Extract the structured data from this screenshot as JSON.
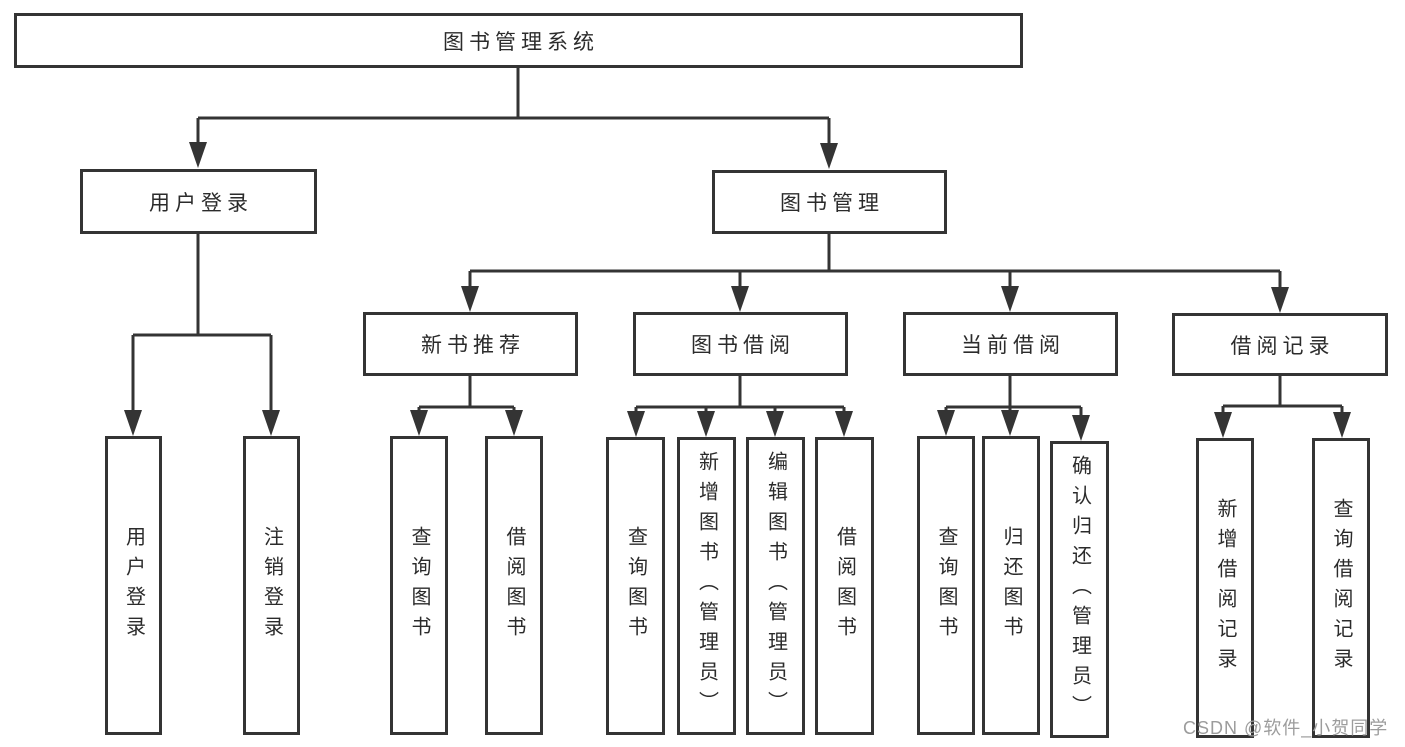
{
  "tree": {
    "root": "图书管理系统",
    "user_login": {
      "label": "用户登录",
      "children": [
        "用户登录",
        "注销登录"
      ]
    },
    "book_management": {
      "label": "图书管理",
      "new_book_recommend": {
        "label": "新书推荐",
        "children": [
          "查询图书",
          "借阅图书"
        ]
      },
      "book_borrow": {
        "label": "图书借阅",
        "children": [
          "查询图书",
          "新增图书（管理员）",
          "编辑图书（管理员）",
          "借阅图书"
        ]
      },
      "current_borrow": {
        "label": "当前借阅",
        "children": [
          "查询图书",
          "归还图书",
          "确认归还（管理员）"
        ]
      },
      "borrow_records": {
        "label": "借阅记录",
        "children": [
          "新增借阅记录",
          "查询借阅记录"
        ]
      }
    }
  },
  "watermark": "CSDN @软件_小贺同学",
  "colors": {
    "line": "#343434",
    "text": "#2b2b2b",
    "box_background": "#ffffff",
    "watermark": "#9c9c9c",
    "background": "#ffffff"
  }
}
